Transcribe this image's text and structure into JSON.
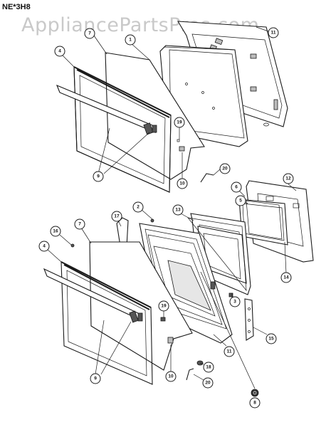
{
  "header": {
    "model": "NE*3H8"
  },
  "watermark": {
    "text": "AppliancePartsPros.com"
  },
  "callouts": {
    "top_11": "11",
    "top_7": "7",
    "top_1": "1",
    "top_4": "4",
    "top_19": "19",
    "top_9": "9",
    "top_10": "10",
    "top_20": "20",
    "bot_2": "2",
    "bot_17": "17",
    "bot_13": "13",
    "bot_6": "6",
    "bot_12": "12",
    "bot_5": "5",
    "bot_16": "16",
    "bot_7": "7",
    "bot_4": "4",
    "bot_14": "14",
    "bot_3": "3",
    "bot_19": "19",
    "bot_15": "15",
    "bot_11": "11",
    "bot_9": "9",
    "bot_18": "18",
    "bot_10": "10",
    "bot_20": "20",
    "bot_8": "8"
  }
}
